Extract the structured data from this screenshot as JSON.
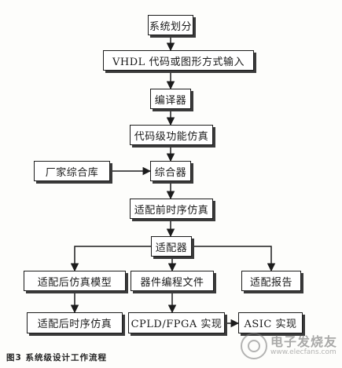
{
  "diagram": {
    "nodes": {
      "partition": "系统划分",
      "input": "VHDL 代码或图形方式输入",
      "compiler": "编译器",
      "func_sim": "代码级功能仿真",
      "vendor_lib": "厂家综合库",
      "synthesizer": "综合器",
      "pre_timing_sim": "适配前时序仿真",
      "fitter": "适配器",
      "post_sim_model": "适配后仿真模型",
      "device_prog_file": "器件编程文件",
      "fit_report": "适配报告",
      "post_timing_sim": "适配后时序仿真",
      "cpld_fpga": "CPLD/FPGA 实现",
      "asic": "ASIC 实现"
    },
    "caption": "图3  系统级设计工作流程"
  },
  "watermark": {
    "name": "电子发烧友",
    "url": "www.elecfans.com"
  }
}
